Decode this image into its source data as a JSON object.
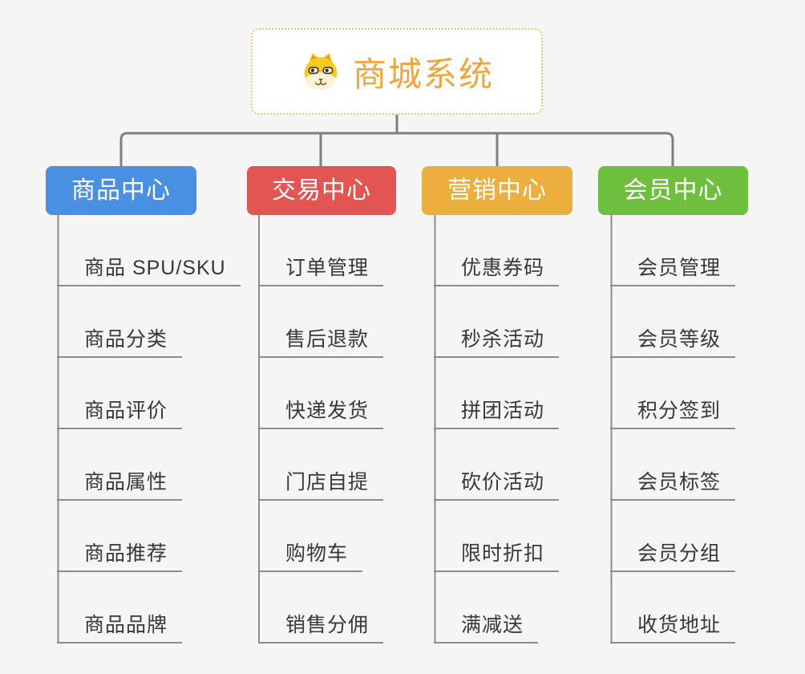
{
  "page": {
    "background": "#f5f5f5"
  },
  "root": {
    "title": "商城系统",
    "icon": "shiba-dog-icon",
    "text_color": "#f0a63c",
    "border_color": "#f2c277",
    "background": "#ffffff"
  },
  "lines": {
    "connector": "#7f7f7f",
    "leaf": "#8b8b8b"
  },
  "leaf_text_color": "#383838",
  "branches": [
    {
      "label": "商品中心",
      "color": "#4a90e2",
      "items": [
        "商品 SPU/SKU",
        "商品分类",
        "商品评价",
        "商品属性",
        "商品推荐",
        "商品品牌"
      ]
    },
    {
      "label": "交易中心",
      "color": "#e25552",
      "items": [
        "订单管理",
        "售后退款",
        "快递发货",
        "门店自提",
        "购物车",
        "销售分佣"
      ]
    },
    {
      "label": "营销中心",
      "color": "#ecae3c",
      "items": [
        "优惠券码",
        "秒杀活动",
        "拼团活动",
        "砍价活动",
        "限时折扣",
        "满减送"
      ]
    },
    {
      "label": "会员中心",
      "color": "#6fbf3e",
      "items": [
        "会员管理",
        "会员等级",
        "积分签到",
        "会员标签",
        "会员分组",
        "收货地址"
      ]
    }
  ]
}
